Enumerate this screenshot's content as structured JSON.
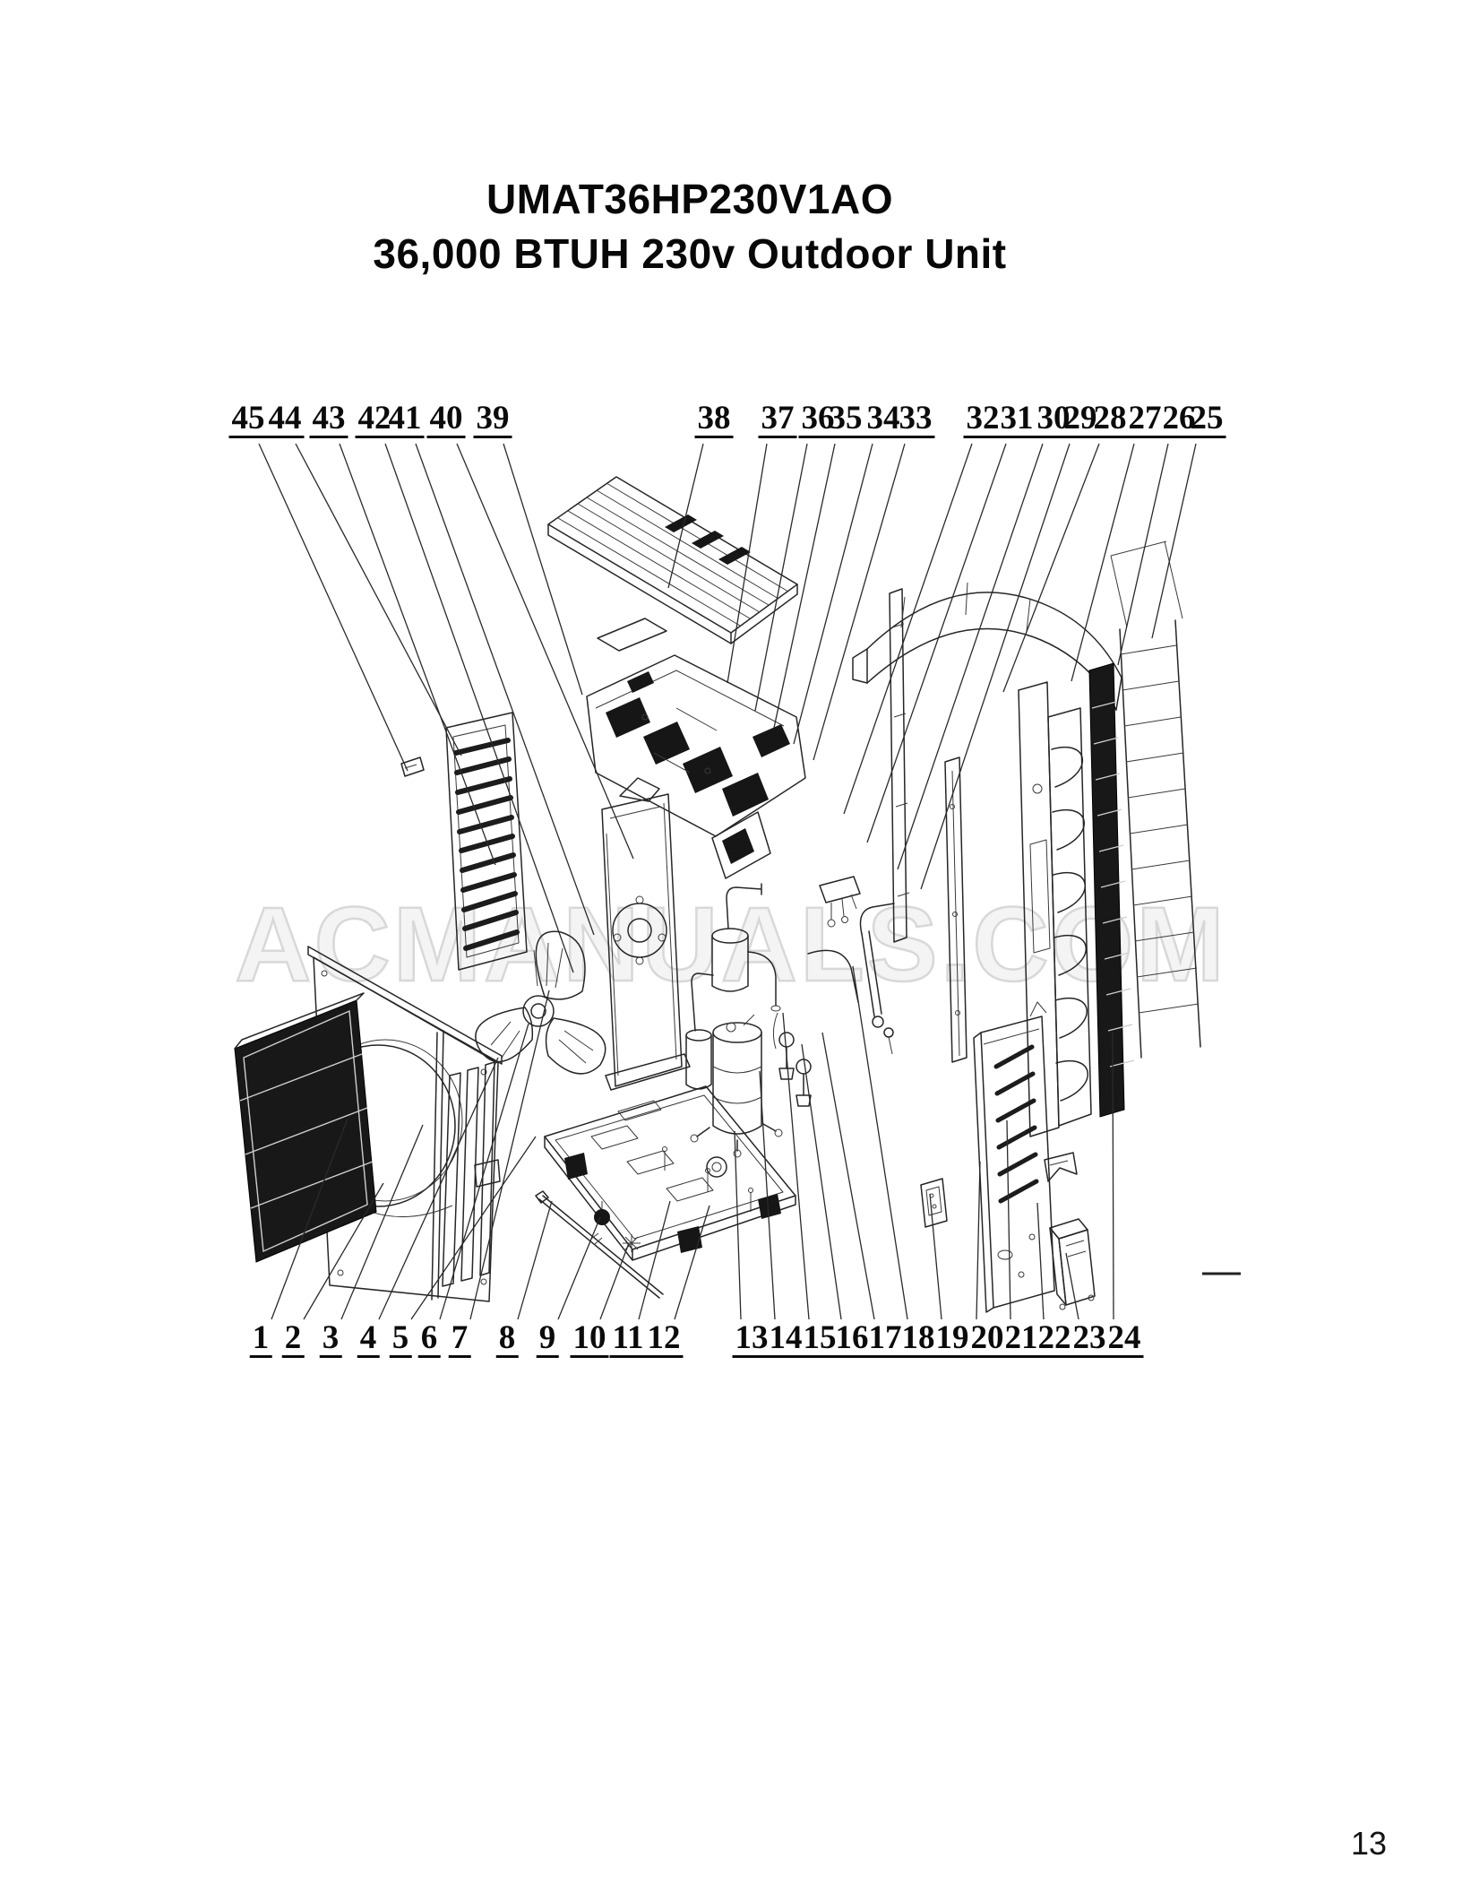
{
  "title": {
    "line1": "UMAT36HP230V1AO",
    "line2": "36,000 BTUH 230v Outdoor Unit"
  },
  "watermark": "ACMANUALS.COM",
  "callouts": {
    "top": [
      "45",
      "44",
      "43",
      "42",
      "41",
      "40",
      "39",
      "38",
      "37",
      "36",
      "35",
      "34",
      "33",
      "32",
      "31",
      "30",
      "29",
      "28",
      "27",
      "26",
      "25"
    ],
    "bottom": [
      "1",
      "2",
      "3",
      "4",
      "5",
      "6",
      "7",
      "8",
      "9",
      "10",
      "11",
      "12",
      "13",
      "14",
      "15",
      "16",
      "17",
      "18",
      "19",
      "20",
      "21",
      "22",
      "23",
      "24"
    ]
  },
  "page": {
    "number": "13"
  },
  "colors": {
    "ink": "#262626",
    "watermark_outline": "#d8d8d8",
    "coil_fill": "#181818"
  }
}
